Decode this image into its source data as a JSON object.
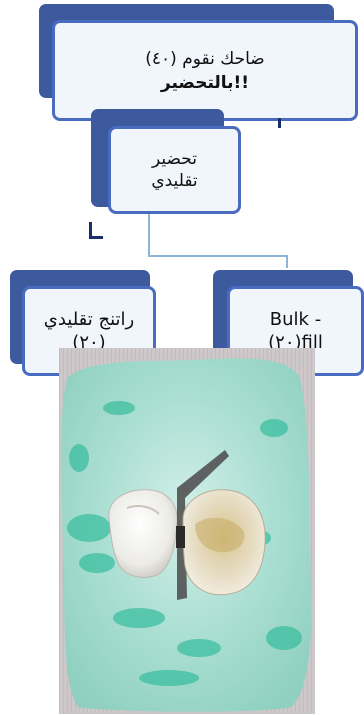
{
  "root": {
    "line1": "(٤٠) ضاحك نقوم",
    "line2": "بالتحضير!!"
  },
  "level2": {
    "line1": "تحضير",
    "line2": "تقليدي"
  },
  "left_leaf": {
    "line1": "راتنج تقليدي",
    "line2": "(٢٠)"
  },
  "right_leaf": {
    "line1": "Bulk -",
    "line2": "(٢٠)fill"
  },
  "photo": {
    "subject": "tooth-with-matrix-band-on-cast-model"
  },
  "colors": {
    "box_fill": "#f1f6fc",
    "box_border": "#4a6cc0",
    "box_shadow": "#3d5a9e",
    "connector": "#8fb3d6",
    "model_mint": "#a9ded2",
    "model_green": "#3cbfa0",
    "background_mat": "#c9c2c4"
  }
}
